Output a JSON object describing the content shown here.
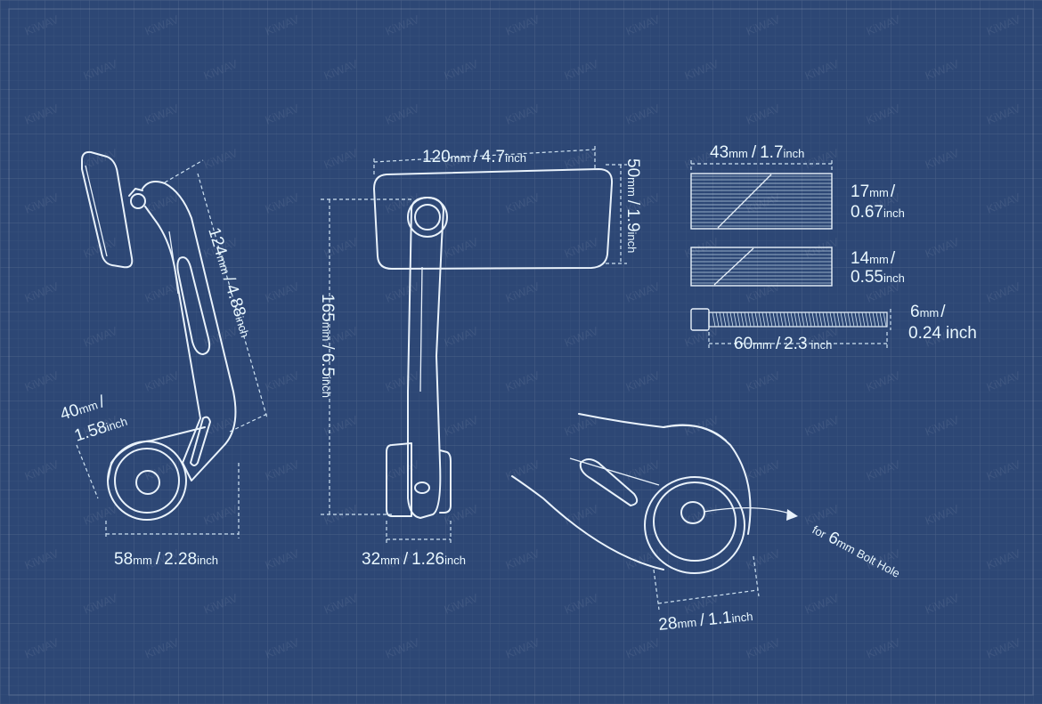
{
  "watermark": "KiWAV",
  "dimensions": {
    "side_arm_length": {
      "mm": "124",
      "mm_unit": "mm",
      "sep": "/",
      "inch": "4.88",
      "inch_unit": "inch"
    },
    "side_clamp_height": {
      "mm": "40",
      "mm_unit": "mm",
      "sep": "/",
      "inch": "1.58",
      "inch_unit": "inch"
    },
    "side_base_width": {
      "mm": "58",
      "mm_unit": "mm",
      "sep": "/",
      "inch": "2.28",
      "inch_unit": "inch"
    },
    "mirror_width": {
      "mm": "120",
      "mm_unit": "mm",
      "sep": "/",
      "inch": "4.7",
      "inch_unit": "inch"
    },
    "mirror_height": {
      "mm": "50",
      "mm_unit": "mm",
      "sep": "/",
      "inch": "1.9",
      "inch_unit": "inch"
    },
    "total_height": {
      "mm": "165",
      "mm_unit": "mm",
      "sep": "/",
      "inch": "6.5",
      "inch_unit": "inch"
    },
    "front_base_width": {
      "mm": "32",
      "mm_unit": "mm",
      "sep": "/",
      "inch": "1.26",
      "inch_unit": "inch"
    },
    "spacer_width": {
      "mm": "43",
      "mm_unit": "mm",
      "sep": "/",
      "inch": "1.7",
      "inch_unit": "inch"
    },
    "spacer_large_thickness": {
      "mm": "17",
      "mm_unit": "mm",
      "sep": "/",
      "inch": "0.67",
      "inch_unit": "inch"
    },
    "spacer_small_thickness": {
      "mm": "14",
      "mm_unit": "mm",
      "sep": "/",
      "inch": "0.55",
      "inch_unit": "inch"
    },
    "bolt_diameter": {
      "mm": "6",
      "mm_unit": "mm",
      "sep": "/",
      "inch": "0.24",
      "inch_unit": "inch"
    },
    "bolt_length": {
      "mm": "60",
      "mm_unit": "mm",
      "sep": "/",
      "inch": "2.3",
      "inch_unit": "inch"
    },
    "clamp_diameter": {
      "mm": "28",
      "mm_unit": "mm",
      "sep": "/",
      "inch": "1.1",
      "inch_unit": "inch"
    }
  },
  "bolt_hole_note": {
    "prefix": "for",
    "size": "6",
    "unit": "mm",
    "suffix": "Bolt Hole"
  },
  "colors": {
    "background": "#2d4775",
    "line": "#e9f2fb"
  }
}
